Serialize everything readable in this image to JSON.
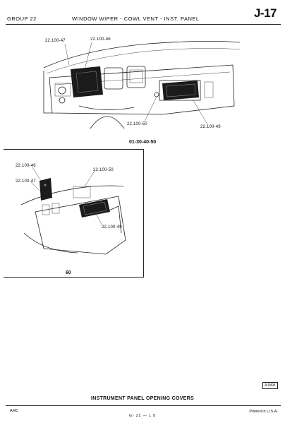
{
  "header": {
    "group": "GROUP 22",
    "title": "WINDOW WIPER - COWL VENT - INST. PANEL",
    "code": "J-17"
  },
  "figure1": {
    "callouts": [
      "22.100-47",
      "22.100-46",
      "22.100-50",
      "22.100-49"
    ],
    "number": "01-30-40-50"
  },
  "figure2": {
    "callouts": [
      "22.100-46",
      "22.100-47",
      "22.100-50",
      "22.100-49"
    ],
    "number": "60"
  },
  "reference": "A 6895",
  "caption": "INSTRUMENT PANEL OPENING COVERS",
  "footer": {
    "left": "AMC",
    "center": "Gr 22 — L 8",
    "right": "Printed in U.S.A."
  }
}
